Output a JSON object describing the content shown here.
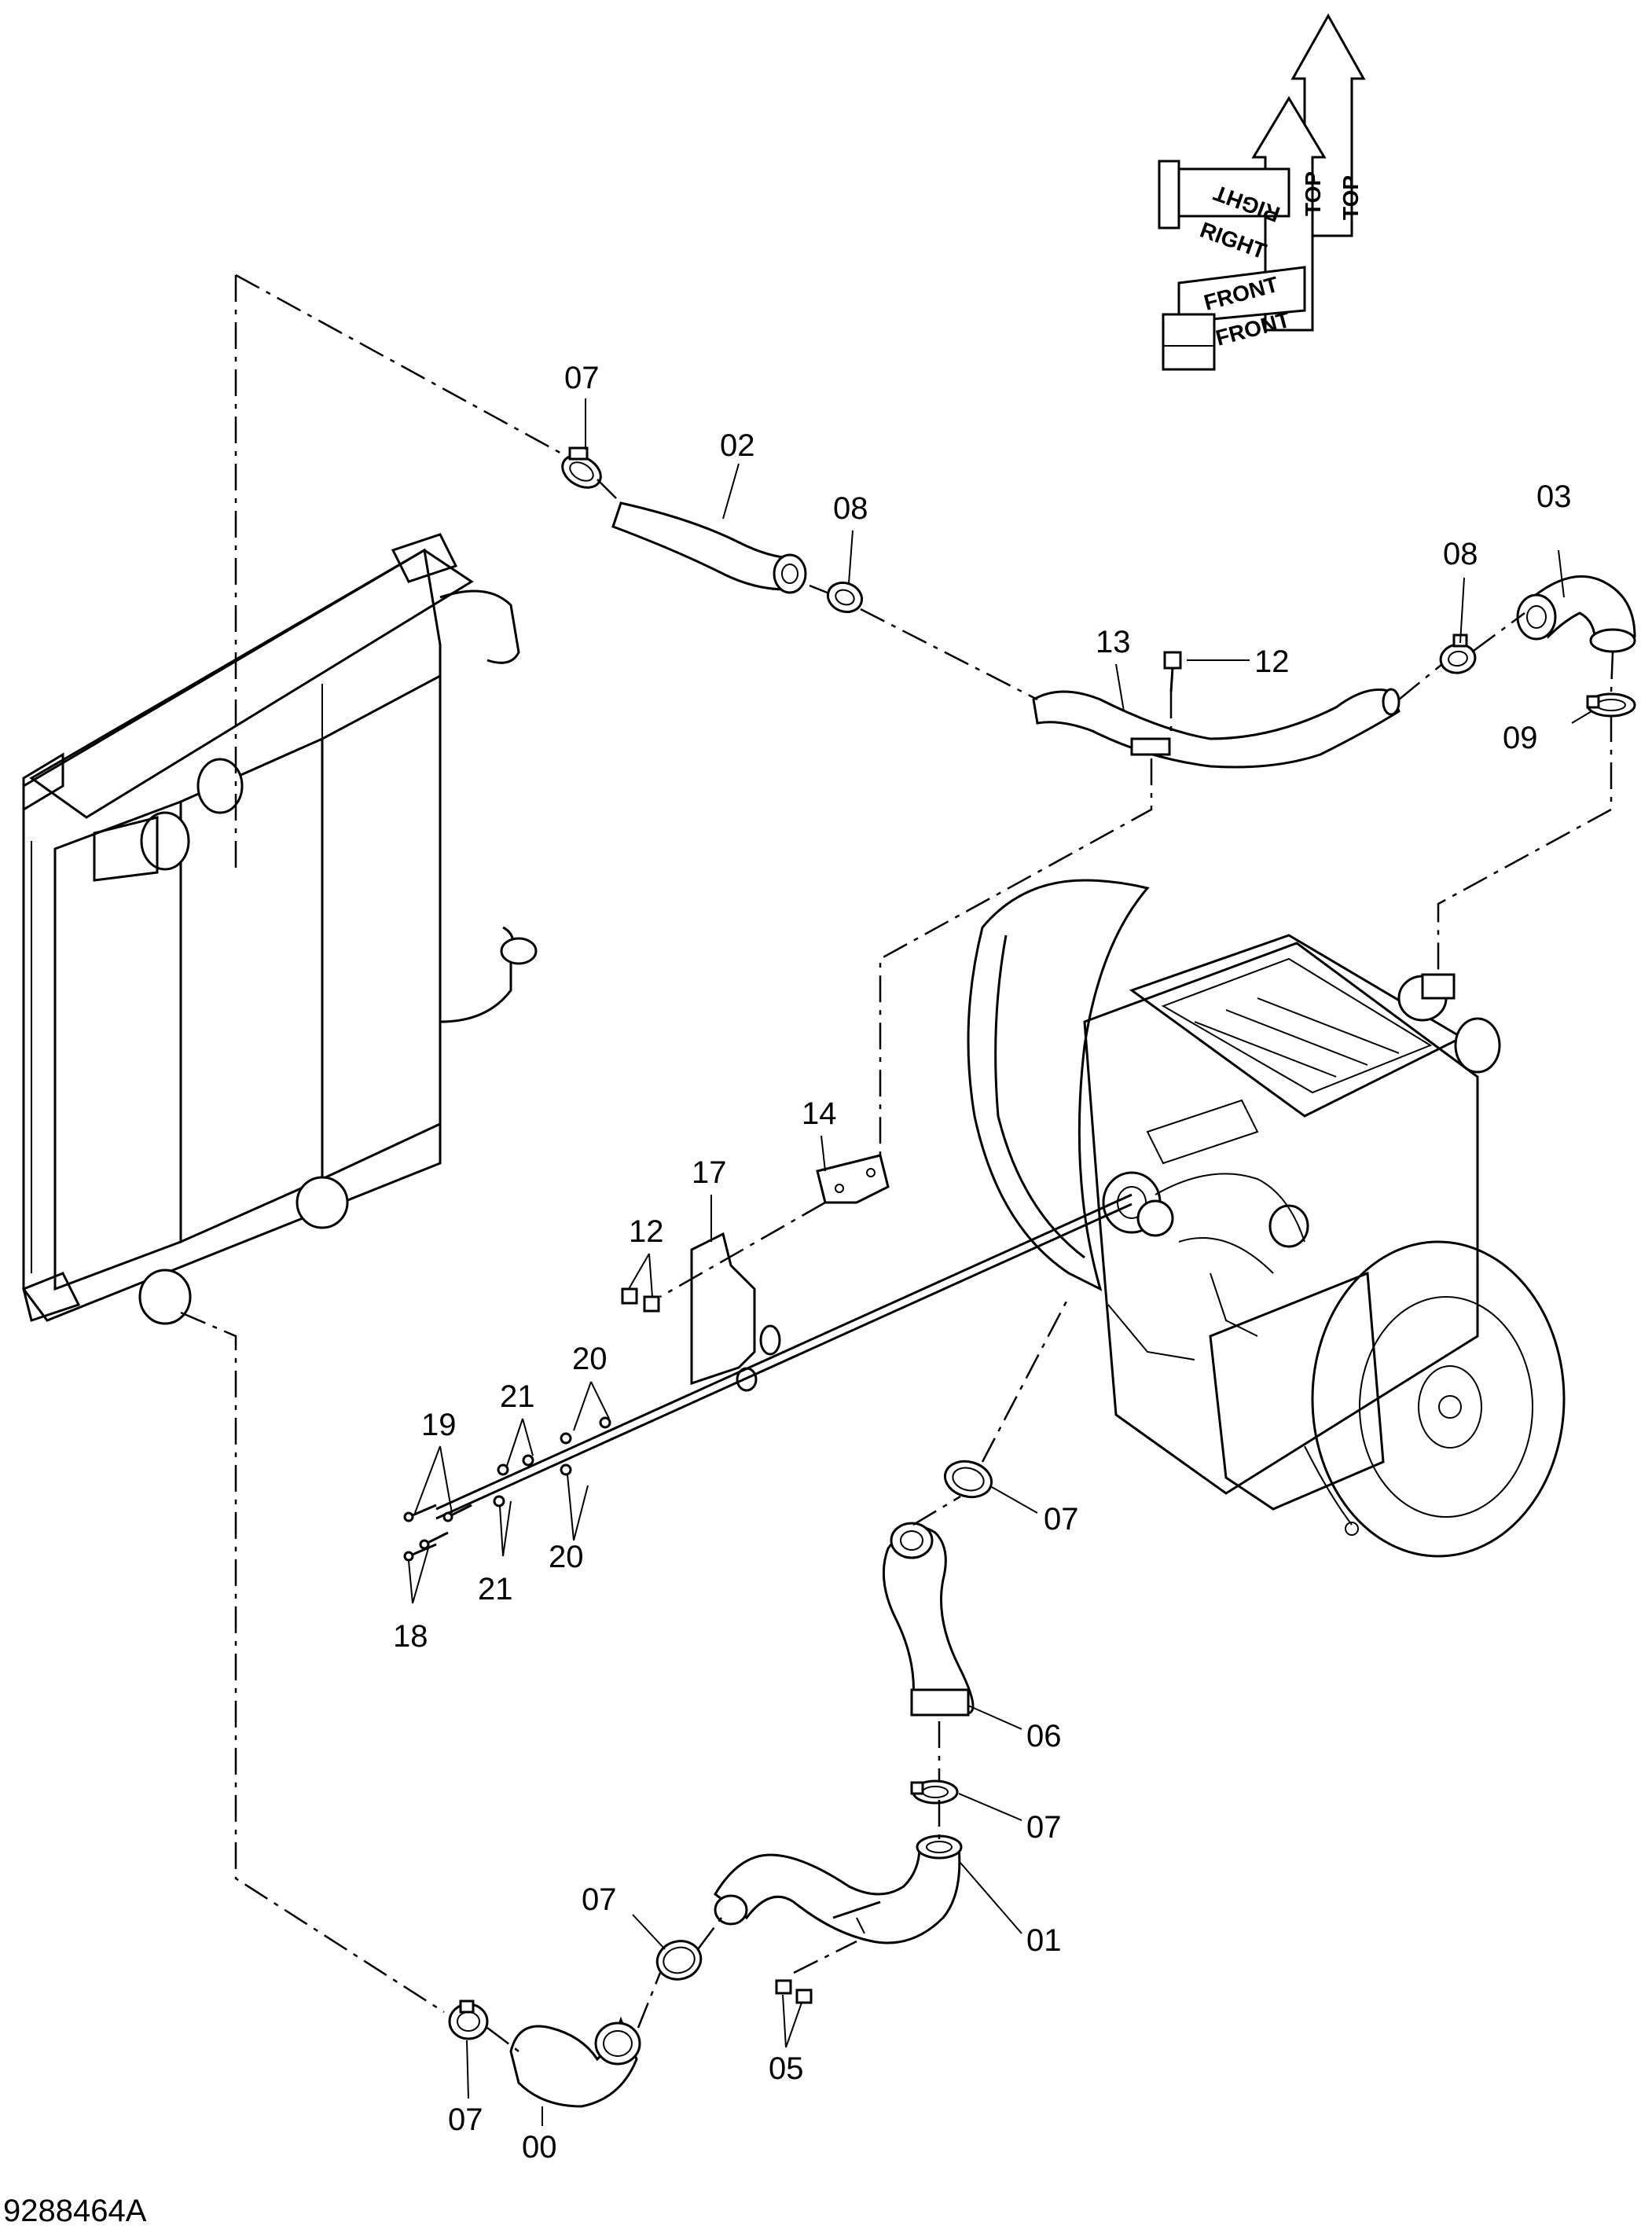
{
  "drawing_number": "9288464A",
  "orientation_labels": {
    "top_a": "TOP",
    "top_b": "TOP",
    "right_a": "RIGHT",
    "right_b": "RIGHT",
    "front_a": "FRONT",
    "front_b": "FRONT"
  },
  "part_labels": [
    {
      "id": "07",
      "ref": "clamp-top-left"
    },
    {
      "id": "02",
      "ref": "upper-hose"
    },
    {
      "id": "08",
      "ref": "clamp-upper-middle"
    },
    {
      "id": "03",
      "ref": "elbow-hose-right"
    },
    {
      "id": "08",
      "ref": "clamp-upper-right"
    },
    {
      "id": "13",
      "ref": "pipe-upper"
    },
    {
      "id": "12",
      "ref": "bolt-upper"
    },
    {
      "id": "09",
      "ref": "clamp-right"
    },
    {
      "id": "14",
      "ref": "bracket-small"
    },
    {
      "id": "17",
      "ref": "bracket-large"
    },
    {
      "id": "12",
      "ref": "bolt-bracket"
    },
    {
      "id": "20",
      "ref": "washer-upper"
    },
    {
      "id": "21",
      "ref": "nut-upper"
    },
    {
      "id": "19",
      "ref": "bolt-long"
    },
    {
      "id": "18",
      "ref": "bolt-short"
    },
    {
      "id": "21",
      "ref": "nut-lower"
    },
    {
      "id": "20",
      "ref": "washer-lower"
    },
    {
      "id": "07",
      "ref": "clamp-engine-outlet"
    },
    {
      "id": "06",
      "ref": "lower-hose-engine"
    },
    {
      "id": "07",
      "ref": "clamp-lower-joint"
    },
    {
      "id": "07",
      "ref": "clamp-lower-middle"
    },
    {
      "id": "01",
      "ref": "lower-pipe"
    },
    {
      "id": "05",
      "ref": "bolt-lower"
    },
    {
      "id": "07",
      "ref": "clamp-lower-left"
    },
    {
      "id": "00",
      "ref": "lower-hose-radiator"
    }
  ],
  "icons": {
    "radiator": "radiator-icon",
    "engine": "engine-icon",
    "orientation": "orientation-arrows-icon"
  }
}
